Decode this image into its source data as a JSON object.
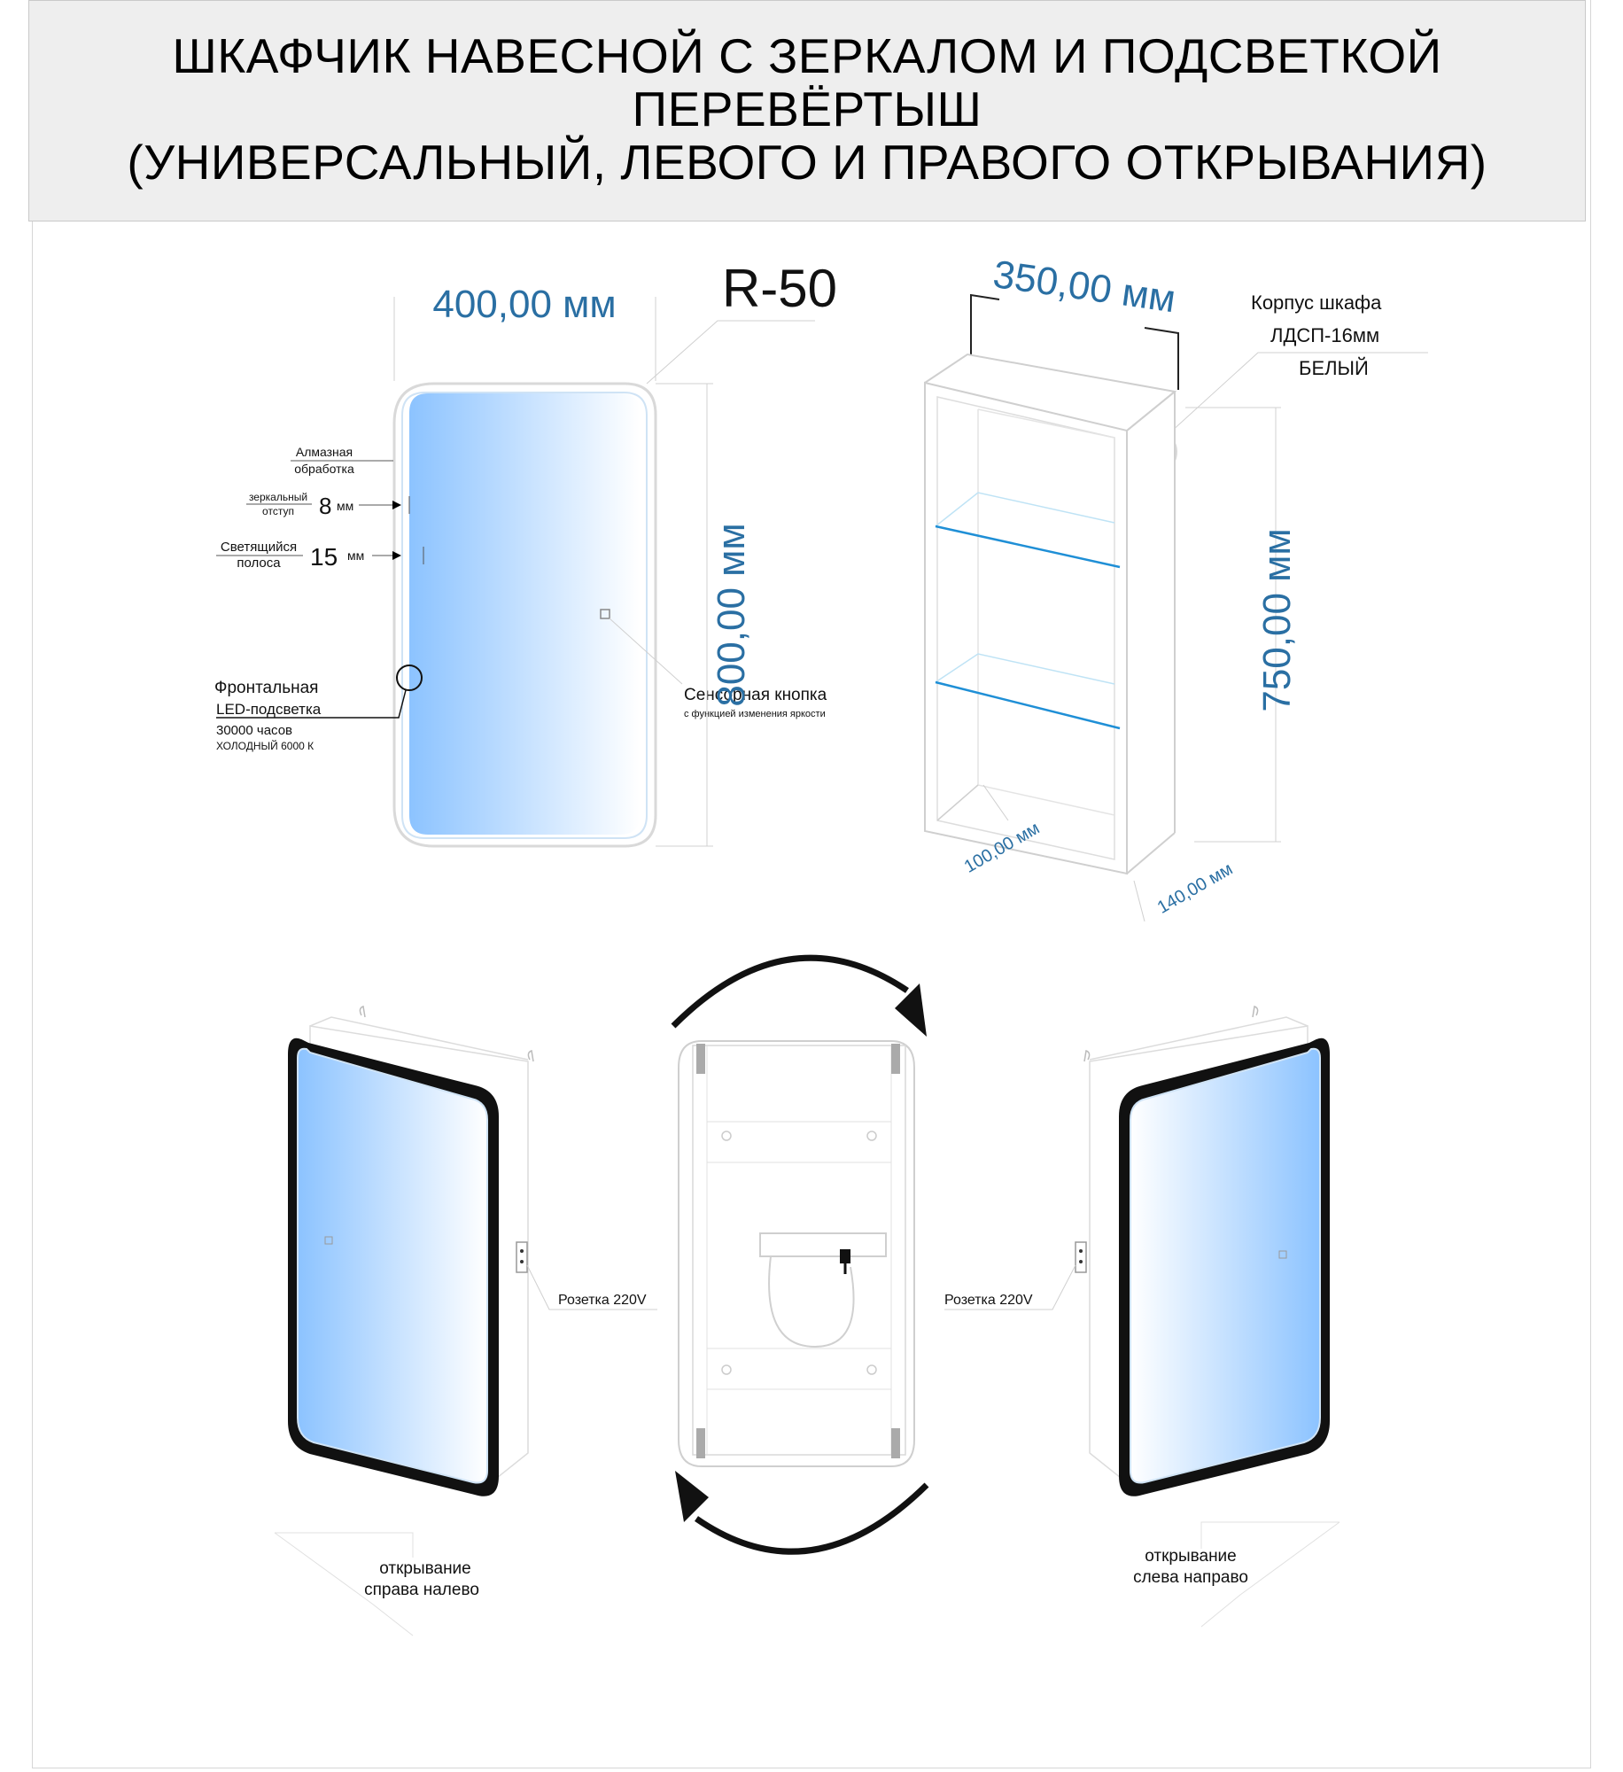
{
  "header": {
    "line1": "ШКАФЧИК НАВЕСНОЙ С ЗЕРКАЛОМ И ПОДСВЕТКОЙ",
    "line2": "ПЕРЕВЁРТЫШ",
    "line3": "(УНИВЕРСАЛЬНЫЙ, ЛЕВОГО И ПРАВОГО ОТКРЫВАНИЯ)"
  },
  "front_view": {
    "model": "R-50",
    "width": "400,00 мм",
    "height": "800,00 мм",
    "callouts": {
      "diamond_1": "Алмазная",
      "diamond_2": "обработка",
      "offset_1": "зеркальный",
      "offset_2": "отступ",
      "offset_value": "8",
      "offset_unit": "мм",
      "strip_1": "Светящийся",
      "strip_2": "полоса",
      "strip_value": "15",
      "strip_unit": "мм",
      "led_1": "Фронтальная",
      "led_2": "LED-подсветка",
      "led_3": "30000 часов",
      "led_4": "ХОЛОДНЫЙ 6000 К",
      "sensor_1": "Сенсорная кнопка",
      "sensor_2": "с функцией изменения яркости"
    }
  },
  "body_view": {
    "width": "350,00 мм",
    "height": "750,00 мм",
    "inner_depth": "100,00 мм",
    "outer_depth": "140,00 мм",
    "material_1": "Корпус шкафа",
    "material_2": "ЛДСП-16мм",
    "material_3": "БЕЛЫЙ"
  },
  "opening_views": {
    "left": {
      "socket": "Розетка 220V",
      "line1": "открывание",
      "line2": "справа налево"
    },
    "right": {
      "socket": "Розетка 220V",
      "line1": "открывание",
      "line2": "слева направо"
    }
  },
  "colors": {
    "accent_blue": "#2a6fa3",
    "mirror_blue": "#8cc3ff",
    "shelf_blue": "#1f8fd6",
    "header_bg": "#eeeeee"
  }
}
